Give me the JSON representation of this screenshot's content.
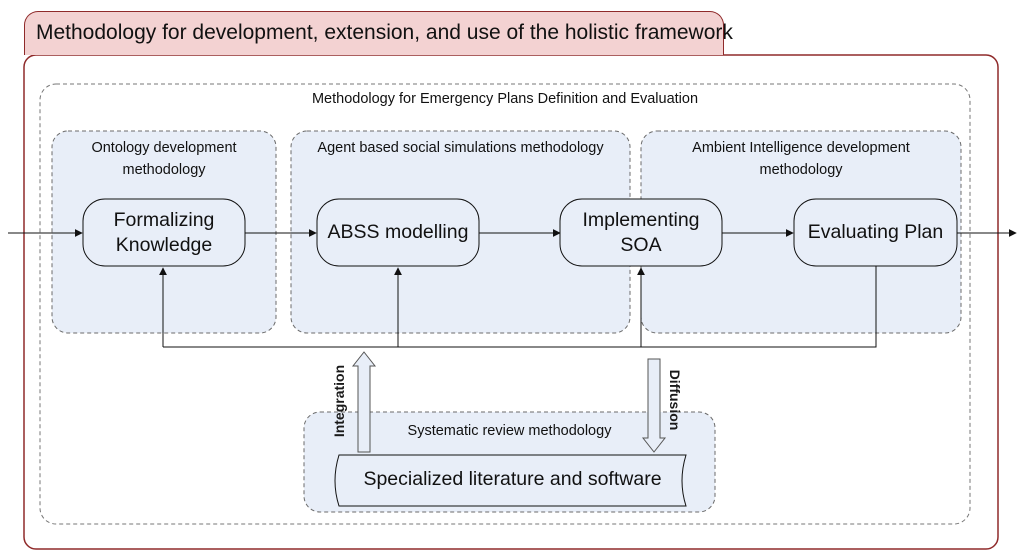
{
  "framework": {
    "title": "Methodology for development, extension, and use of the holistic framework",
    "colors": {
      "accent_border": "#8f2a2a",
      "accent_fill": "#f3d2d2",
      "group_fill": "#e8eef8",
      "group_border": "#6b6b6b"
    }
  },
  "emergency": {
    "title": "Methodology for Emergency Plans Definition and Evaluation"
  },
  "groups": {
    "ontology": {
      "line1": "Ontology development",
      "line2": "methodology"
    },
    "abss": {
      "line1": "Agent based social simulations methodology"
    },
    "ami": {
      "line1": "Ambient Intelligence development",
      "line2": "methodology"
    },
    "review": {
      "line1": "Systematic review methodology"
    }
  },
  "steps": {
    "formalizing": {
      "line1": "Formalizing",
      "line2": "Knowledge"
    },
    "abss_modelling": {
      "line1": "ABSS modelling"
    },
    "implementing": {
      "line1": "Implementing",
      "line2": "SOA"
    },
    "evaluating": {
      "line1": "Evaluating Plan"
    }
  },
  "literature": {
    "label": "Specialized literature and software"
  },
  "flows": {
    "integration": "Integration",
    "diffusion": "Diffusion"
  }
}
